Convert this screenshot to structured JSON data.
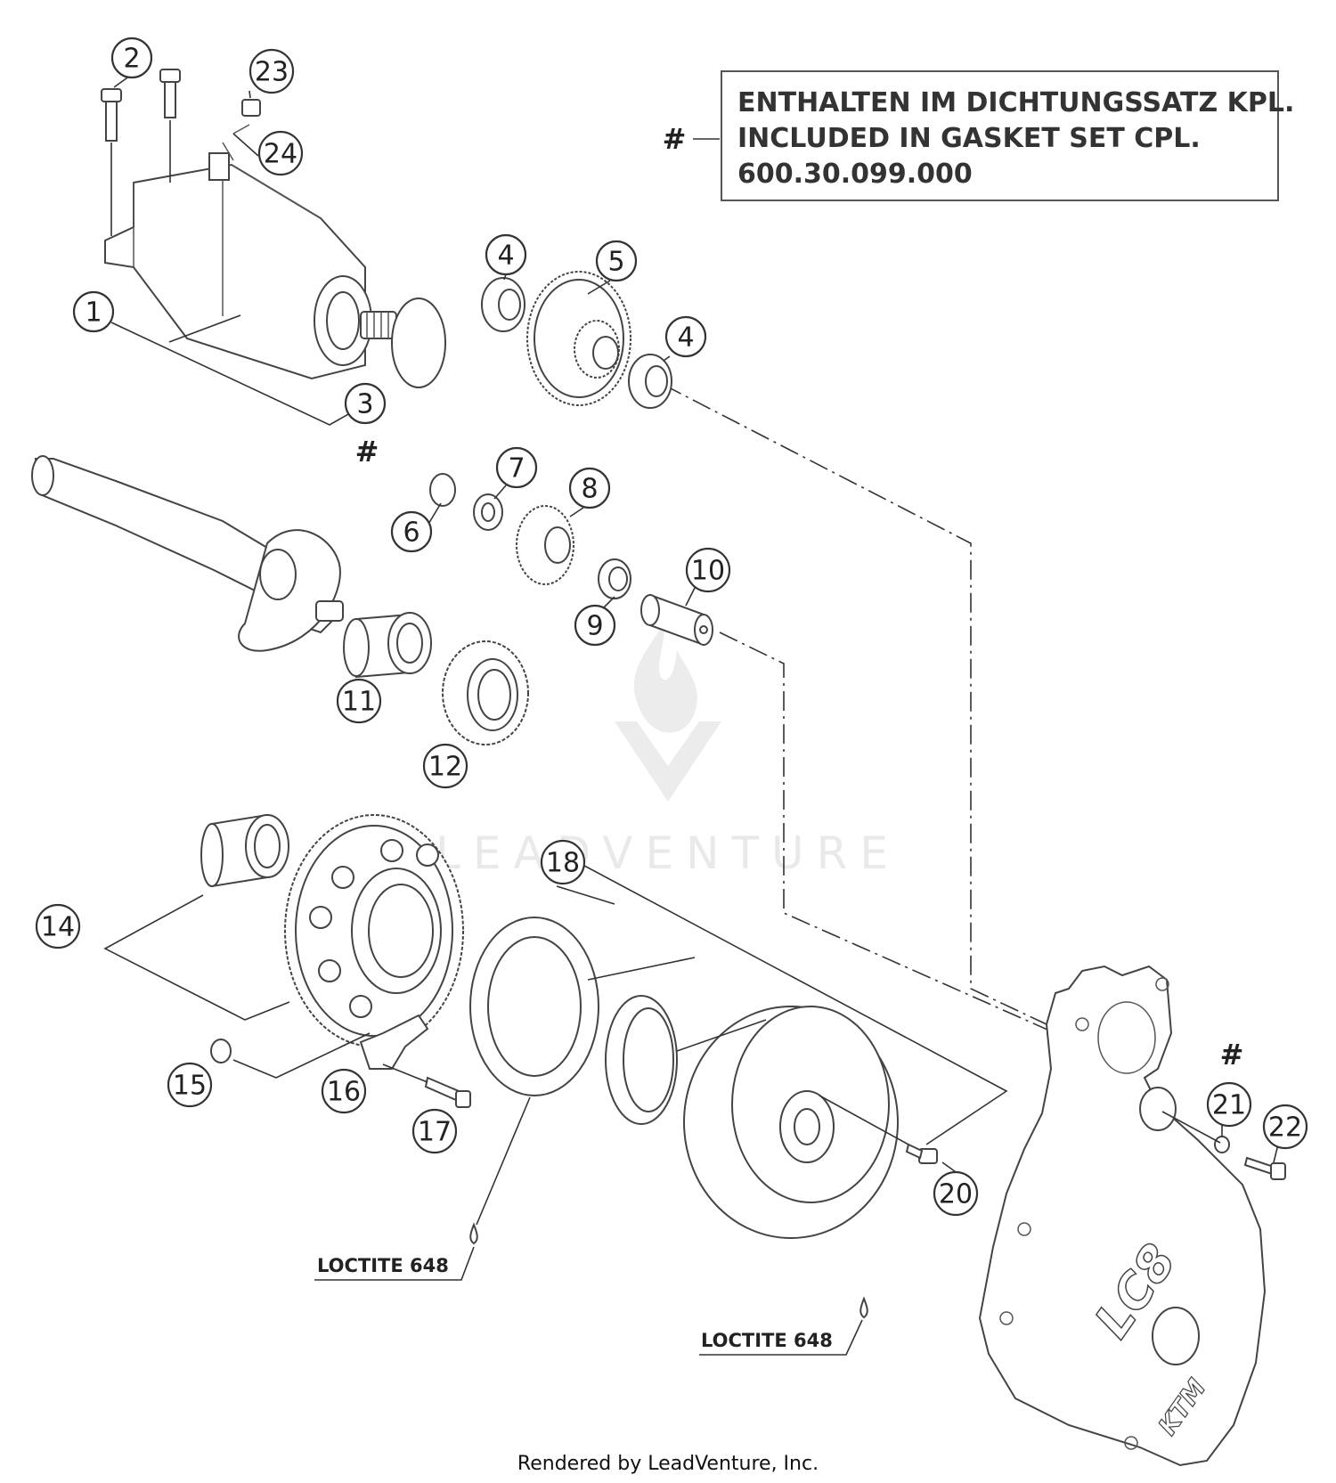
{
  "note": {
    "hash_symbol": "#",
    "lines": [
      "ENTHALTEN IM DICHTUNGSSATZ KPL.",
      "INCLUDED IN GASKET SET CPL.",
      "600.30.099.000"
    ]
  },
  "hash_marks": [
    {
      "id": "part-3",
      "label": "#"
    },
    {
      "id": "part-21",
      "label": "#"
    }
  ],
  "callouts": [
    {
      "id": "1",
      "label": "1"
    },
    {
      "id": "2",
      "label": "2"
    },
    {
      "id": "3",
      "label": "3"
    },
    {
      "id": "4a",
      "label": "4"
    },
    {
      "id": "4b",
      "label": "4"
    },
    {
      "id": "5",
      "label": "5"
    },
    {
      "id": "6",
      "label": "6"
    },
    {
      "id": "7",
      "label": "7"
    },
    {
      "id": "8",
      "label": "8"
    },
    {
      "id": "9",
      "label": "9"
    },
    {
      "id": "10",
      "label": "10"
    },
    {
      "id": "11",
      "label": "11"
    },
    {
      "id": "12",
      "label": "12"
    },
    {
      "id": "14",
      "label": "14"
    },
    {
      "id": "15",
      "label": "15"
    },
    {
      "id": "16",
      "label": "16"
    },
    {
      "id": "17",
      "label": "17"
    },
    {
      "id": "18",
      "label": "18"
    },
    {
      "id": "20",
      "label": "20"
    },
    {
      "id": "21",
      "label": "21"
    },
    {
      "id": "22",
      "label": "22"
    },
    {
      "id": "23",
      "label": "23"
    },
    {
      "id": "24",
      "label": "24"
    }
  ],
  "loctite": [
    {
      "id": "left",
      "label": "LOCTITE 648"
    },
    {
      "id": "right",
      "label": "LOCTITE 648"
    }
  ],
  "cover_logo": "LC8",
  "cover_brand": "KTM",
  "watermark": "LEADVENTURE",
  "footer": "Rendered by LeadVenture, Inc."
}
